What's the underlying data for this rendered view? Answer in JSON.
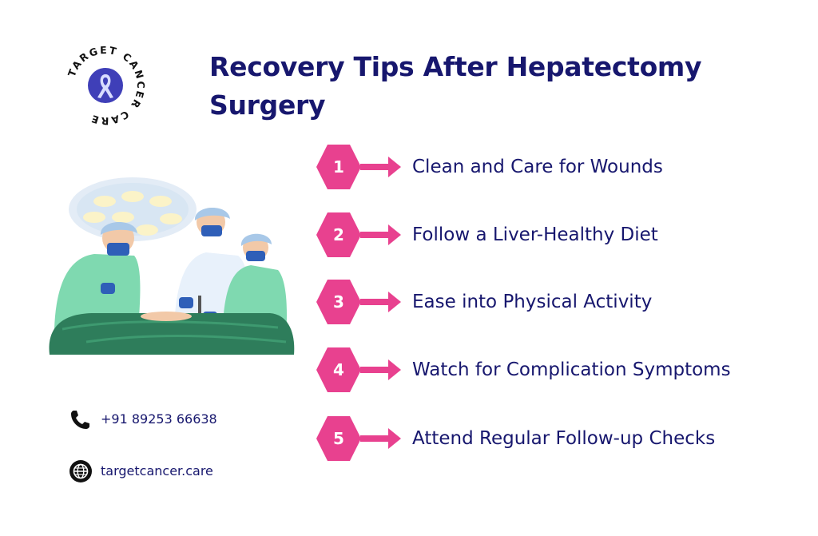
{
  "logo": {
    "ring_text": "TARGET CANCER CARE",
    "icon": "awareness-ribbon-icon"
  },
  "title": "Recovery Tips After Hepatectomy Surgery",
  "tips": [
    {
      "number": "1",
      "text": "Clean and Care for Wounds"
    },
    {
      "number": "2",
      "text": "Follow a Liver-Healthy Diet"
    },
    {
      "number": "3",
      "text": "Ease into Physical Activity"
    },
    {
      "number": "4",
      "text": "Watch for Complication Symptoms"
    },
    {
      "number": "5",
      "text": "Attend Regular Follow-up Checks"
    }
  ],
  "contact": {
    "phone": {
      "icon": "phone-icon",
      "text": "+91 89253 66638"
    },
    "website": {
      "icon": "globe-icon",
      "text": "targetcancer.care"
    }
  },
  "colors": {
    "title": "#17176e",
    "badge": "#e8418f",
    "logo_ring": "#1a1a5c",
    "logo_center": "#3f3fb8",
    "scrub_green": "#7fd9b0",
    "scrub_cap": "#a8c8e8",
    "drape": "#2e7d5b"
  }
}
